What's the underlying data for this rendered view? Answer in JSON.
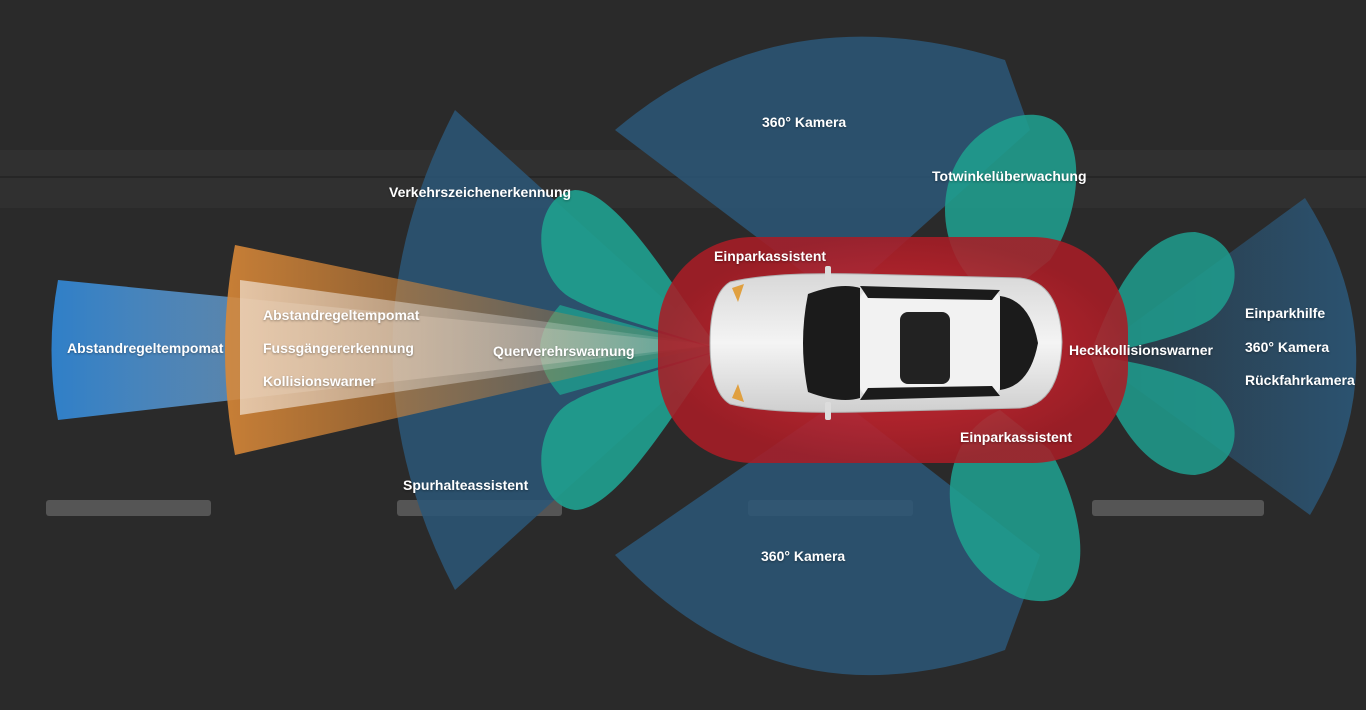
{
  "labels": {
    "camera_top": "360° Kamera",
    "camera_bottom": "360° Kamera",
    "blind_spot": "Totwinkelüberwachung",
    "traffic_sign": "Verkehrszeichenerkennung",
    "park_assist_top": "Einparkassistent",
    "park_assist_bottom": "Einparkassistent",
    "acc_far": "Abstandregeltempomat",
    "acc_mid": "Abstandregeltempomat",
    "pedestrian": "Fussgängererkennung",
    "collision": "Kollisionswarner",
    "cross_traffic": "Querverehrswarnung",
    "rear_collision": "Heckkollisionswarner",
    "park_aid": "Einparkhilfe",
    "camera_rear": "360° Kamera",
    "reverse_camera": "Rückfahrkamera",
    "lane_assist": "Spurhalteassistent"
  },
  "colors": {
    "background": "#2a2a2a",
    "road_band": "#303030",
    "lane_marking": "#555555",
    "camera_blue": "#2b5778",
    "teal": "#1f9e8e",
    "park_red": "#c0222c",
    "acc_blue": "#2f7fc8",
    "orange": "#d98838",
    "car_body": "#e9e9e9",
    "glass": "#1b1b1b"
  }
}
